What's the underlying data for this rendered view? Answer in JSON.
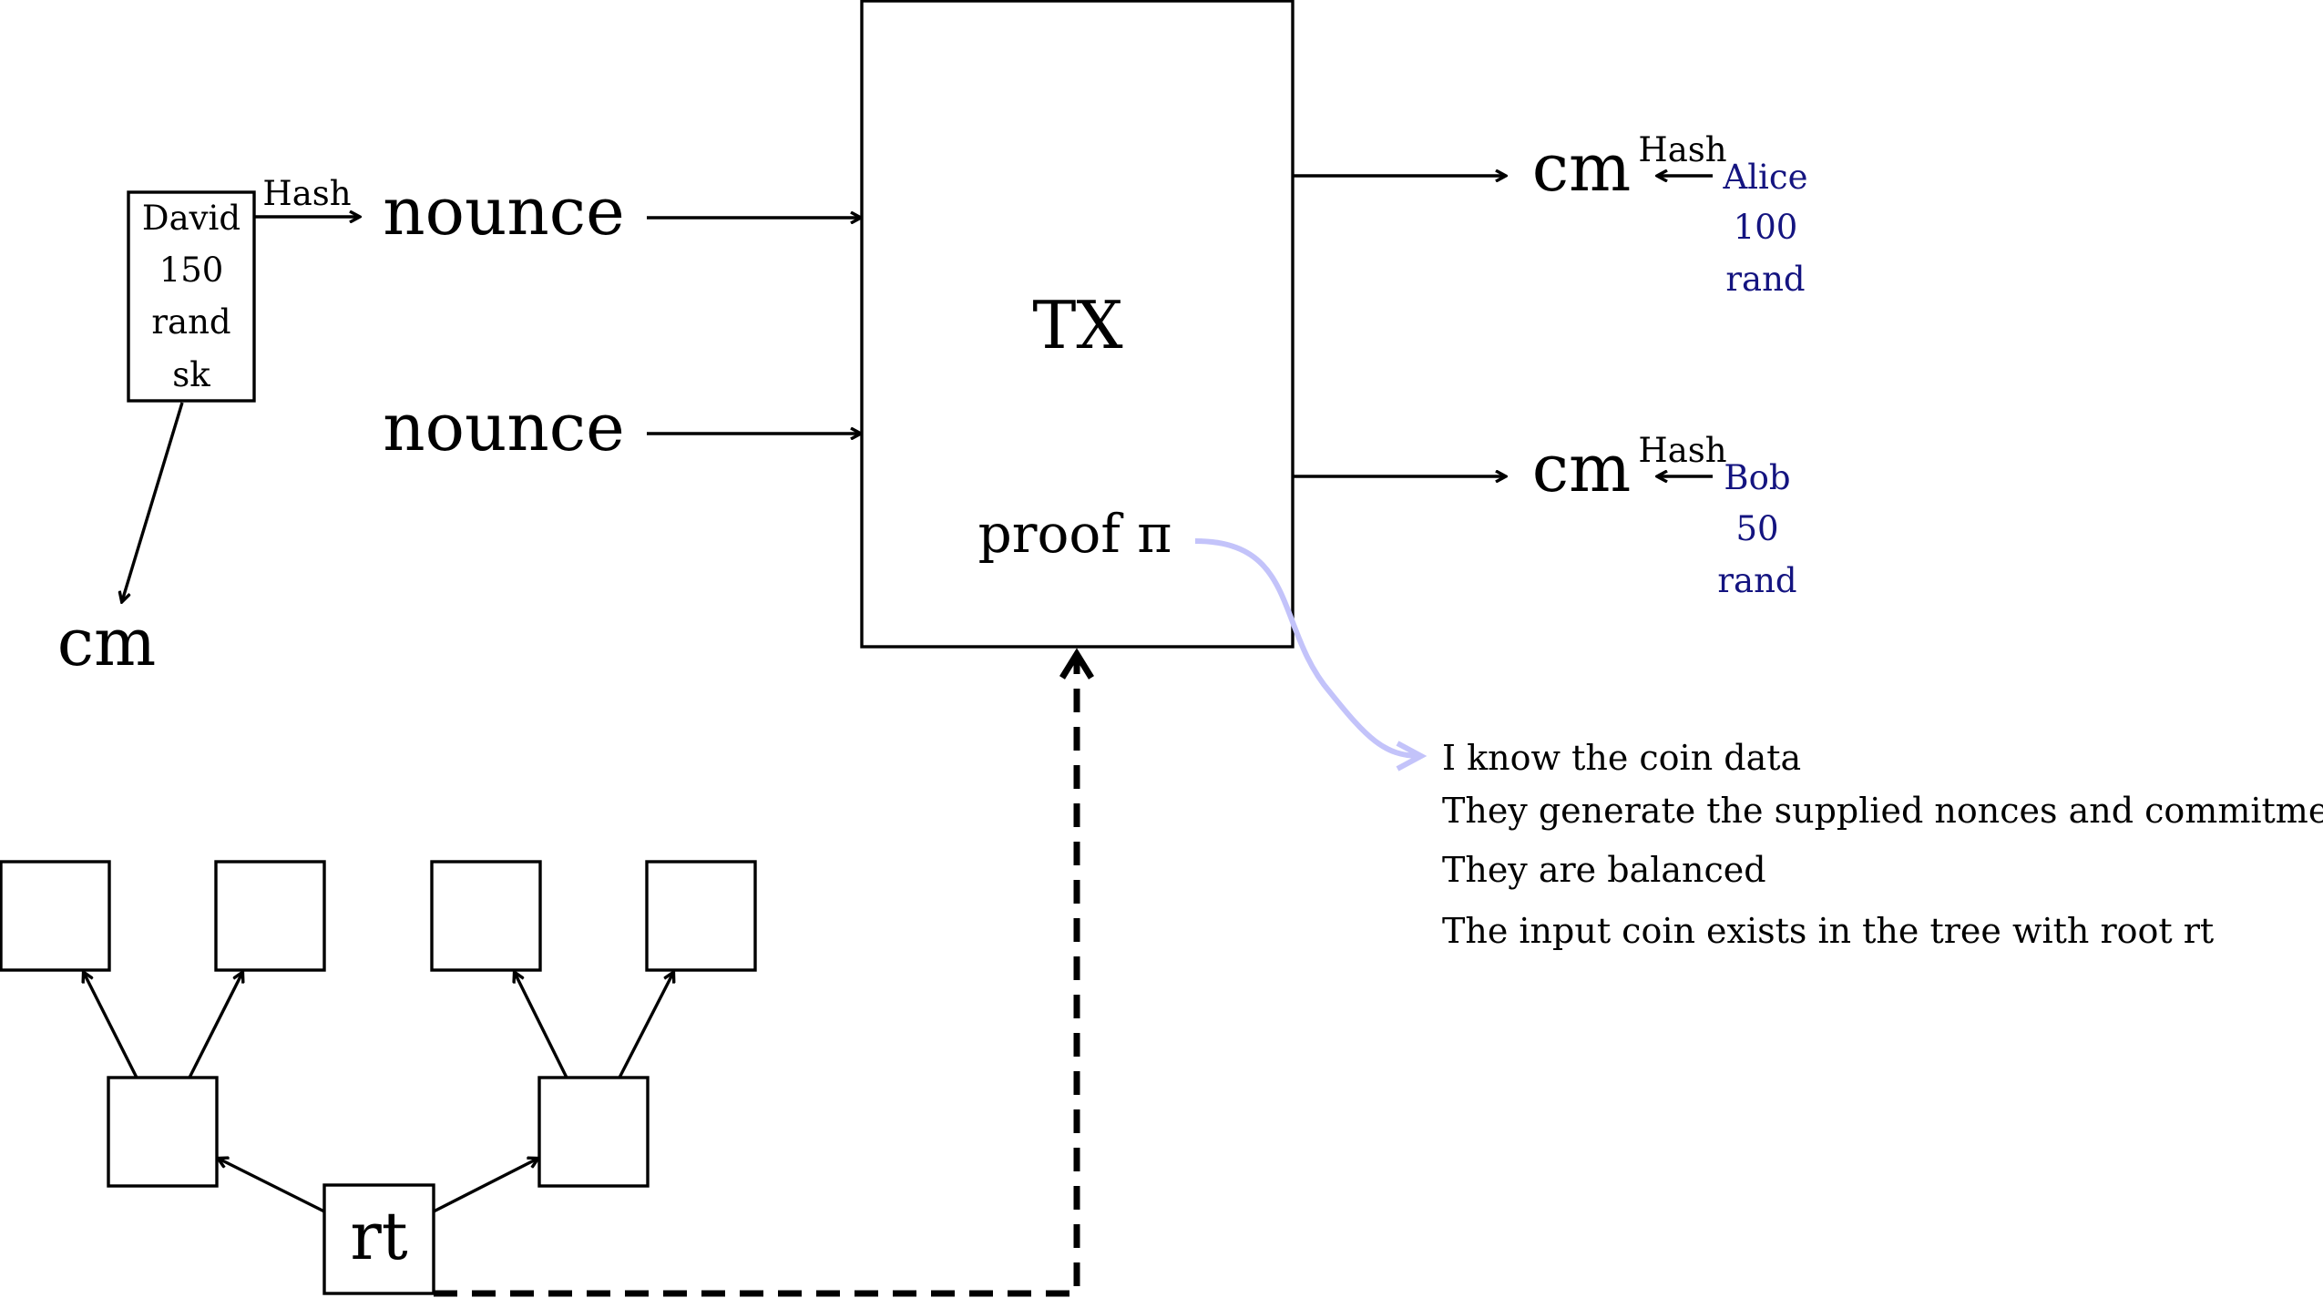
{
  "colors": {
    "ink": "#000000",
    "blue_text": "#141480",
    "proof_link": "#c3c3fa"
  },
  "input_coin": {
    "owner": "David",
    "value": "150",
    "rand": "rand",
    "secret": "sk",
    "hash_label": "Hash",
    "nounce": "nounce",
    "cm": "cm"
  },
  "second_input": {
    "nounce": "nounce"
  },
  "tx": {
    "title": "TX",
    "proof_label": "proof π"
  },
  "outputs": [
    {
      "cm": "cm",
      "hash_label": "Hash",
      "owner": "Alice",
      "value": "100",
      "rand": "rand"
    },
    {
      "cm": "cm",
      "hash_label": "Hash",
      "owner": "Bob",
      "value": "50",
      "rand": "rand"
    }
  ],
  "proof_statements": [
    "I know the coin data",
    "They generate the supplied nonces and commitments",
    "They are balanced",
    "The input coin exists in the tree with root rt"
  ],
  "tree": {
    "root_label": "rt"
  }
}
